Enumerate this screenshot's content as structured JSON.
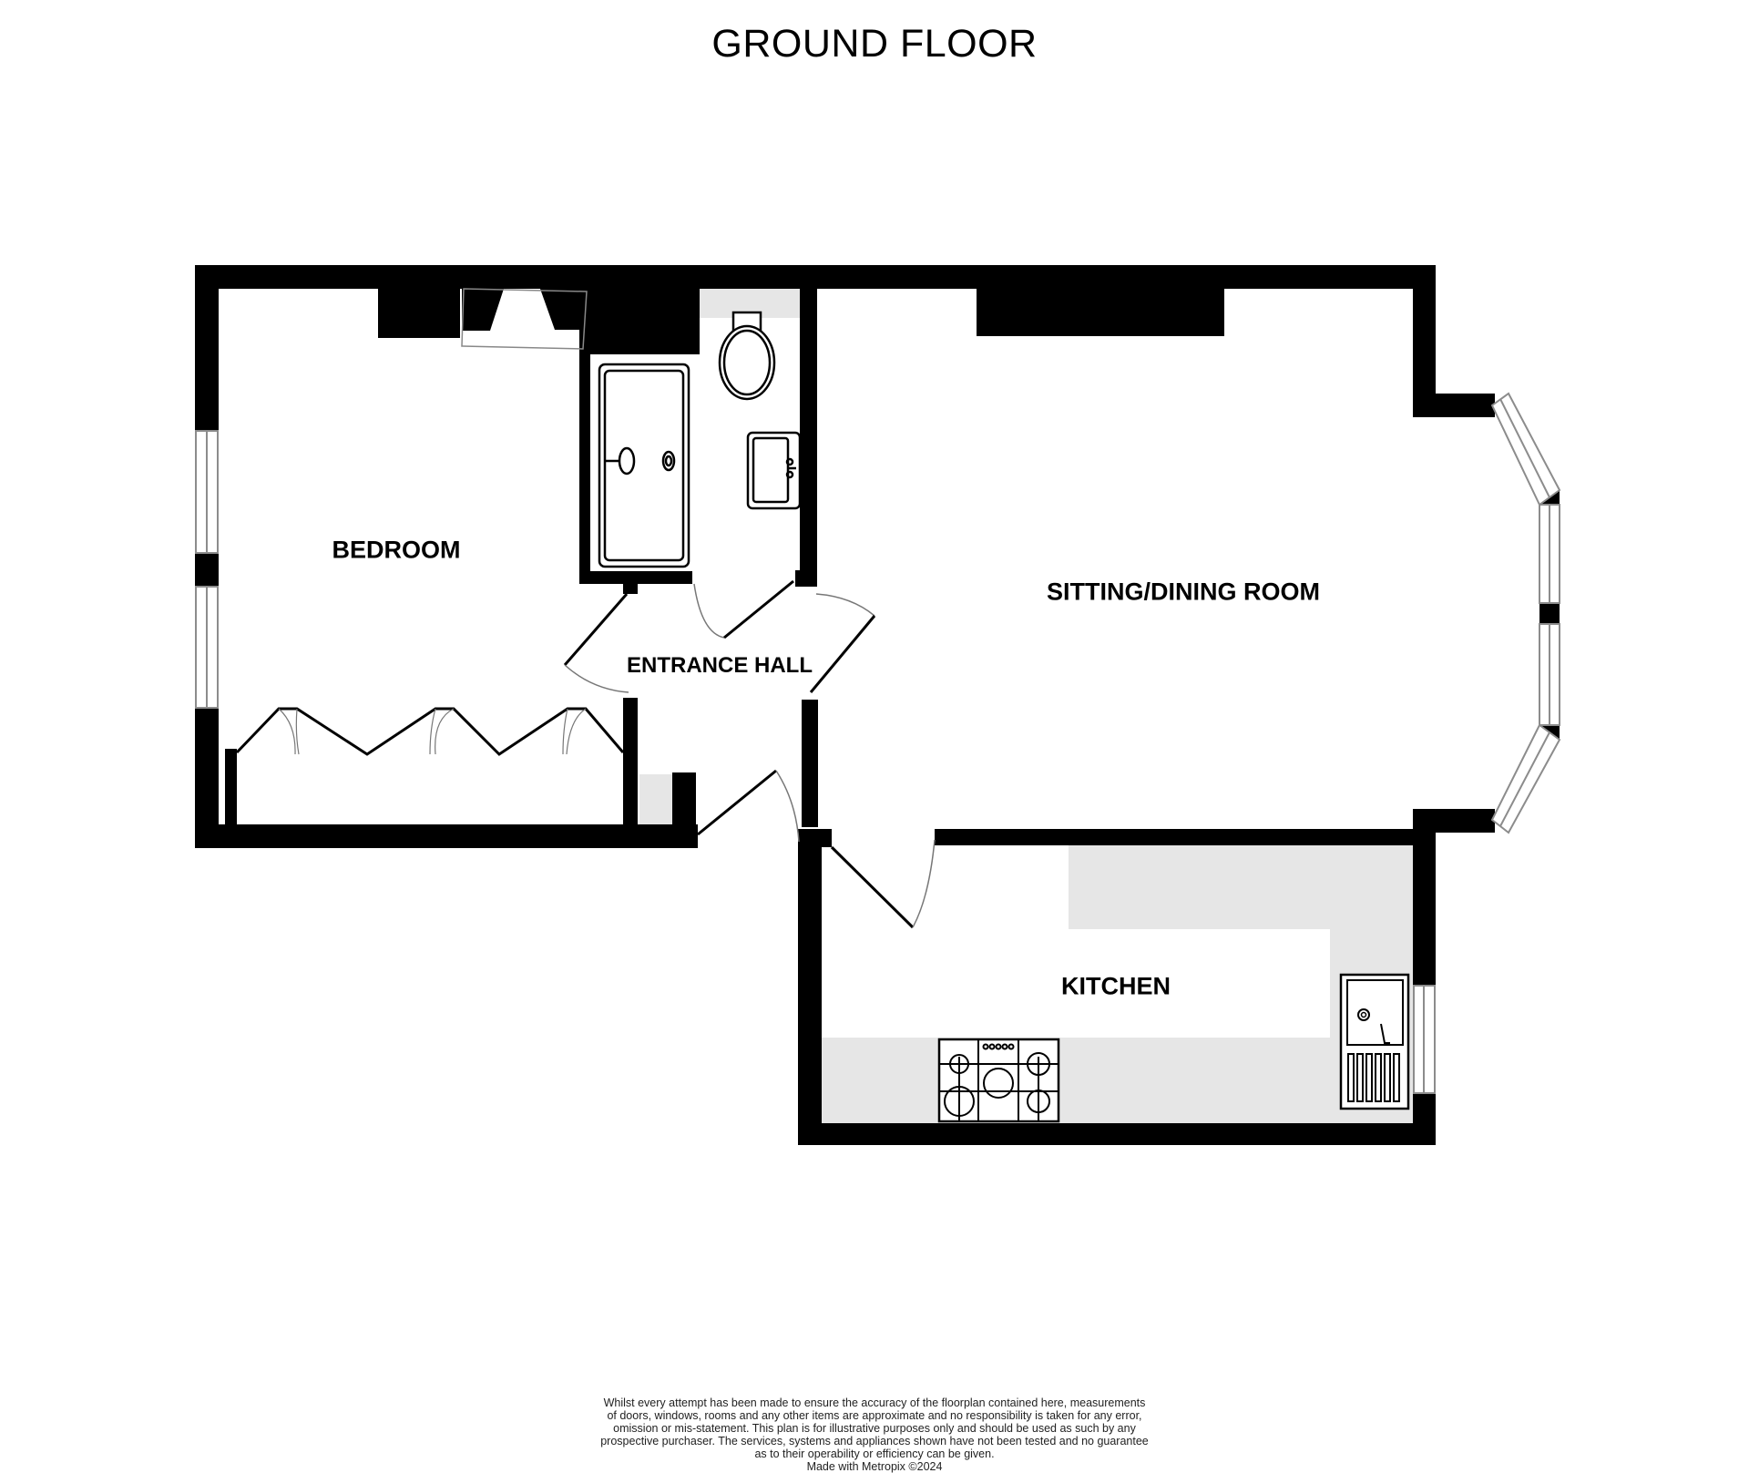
{
  "plan": {
    "title": "GROUND FLOOR",
    "rooms": [
      {
        "id": "bedroom",
        "label": "BEDROOM"
      },
      {
        "id": "entrance-hall",
        "label": "ENTRANCE HALL"
      },
      {
        "id": "sitting-dining-room",
        "label": "SITTING/DINING ROOM"
      },
      {
        "id": "kitchen",
        "label": "KITCHEN"
      }
    ],
    "fixtures": [
      "fireplace",
      "chimney-breast",
      "bath",
      "toilet",
      "basin",
      "wardrobe",
      "hob",
      "sink",
      "bay-window"
    ]
  },
  "colors": {
    "wall": "#000000",
    "counter": "#e6e6e6",
    "window_line": "#8c8c8c",
    "background": "#ffffff"
  },
  "footer": {
    "disclaimer_line1": "Whilst every attempt has been made to ensure the accuracy of the floorplan contained here, measurements",
    "disclaimer_line2": "of doors, windows, rooms and any other items are approximate and no responsibility is taken for any error,",
    "disclaimer_line3": "omission or mis-statement. This plan is for illustrative purposes only and should be used as such by any",
    "disclaimer_line4": "prospective purchaser. The services, systems and appliances shown have not been tested and no guarantee",
    "disclaimer_line5": "as to their operability or efficiency can be given.",
    "credit": "Made with Metropix ©2024"
  }
}
